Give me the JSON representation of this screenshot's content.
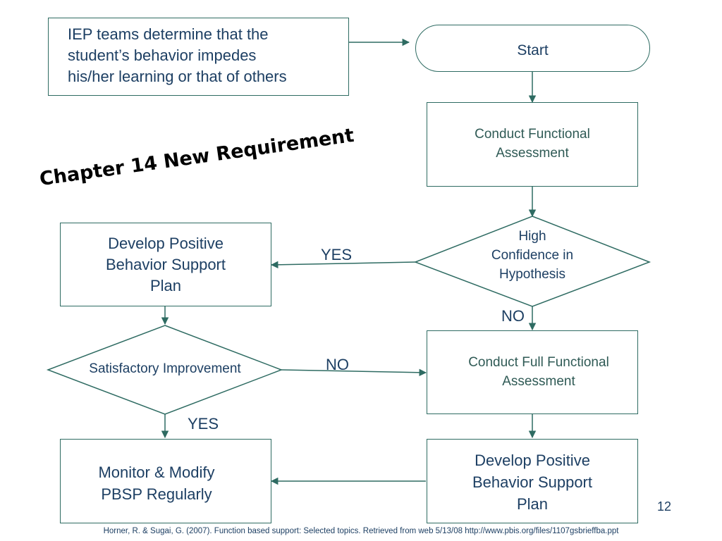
{
  "slide": {
    "title": "Chapter 14 New Requirement",
    "page_number": "12",
    "citation": "Horner, R. & Sugai, G. (2007). Function based support: Selected topics. Retrieved from web 5/13/08 http://www.pbis.org/files/1107gsbrieffba.ppt"
  },
  "nodes": {
    "iep": [
      "IEP teams determine that the",
      "student’s behavior impedes",
      "his/her learning or that of others"
    ],
    "start": "Start",
    "conduct_fa": [
      "Conduct Functional",
      "Assessment"
    ],
    "confidence": [
      "High",
      "Confidence in",
      "Hypothesis"
    ],
    "develop_pbsp_left": [
      "Develop Positive",
      "Behavior Support",
      "Plan"
    ],
    "satisfactory": "Satisfactory Improvement",
    "conduct_full_fa": [
      "Conduct Full Functional",
      "Assessment"
    ],
    "monitor": [
      "Monitor & Modify",
      "PBSP Regularly"
    ],
    "develop_pbsp_right": [
      "Develop Positive",
      "Behavior Support",
      "Plan"
    ]
  },
  "edge_labels": {
    "confidence_yes": "YES",
    "confidence_no": "NO",
    "satisfactory_no": "NO",
    "satisfactory_yes": "YES"
  },
  "colors": {
    "stroke": "#2e6b62",
    "text_dark": "#1d3f63",
    "text_teal": "#2f5a55"
  }
}
